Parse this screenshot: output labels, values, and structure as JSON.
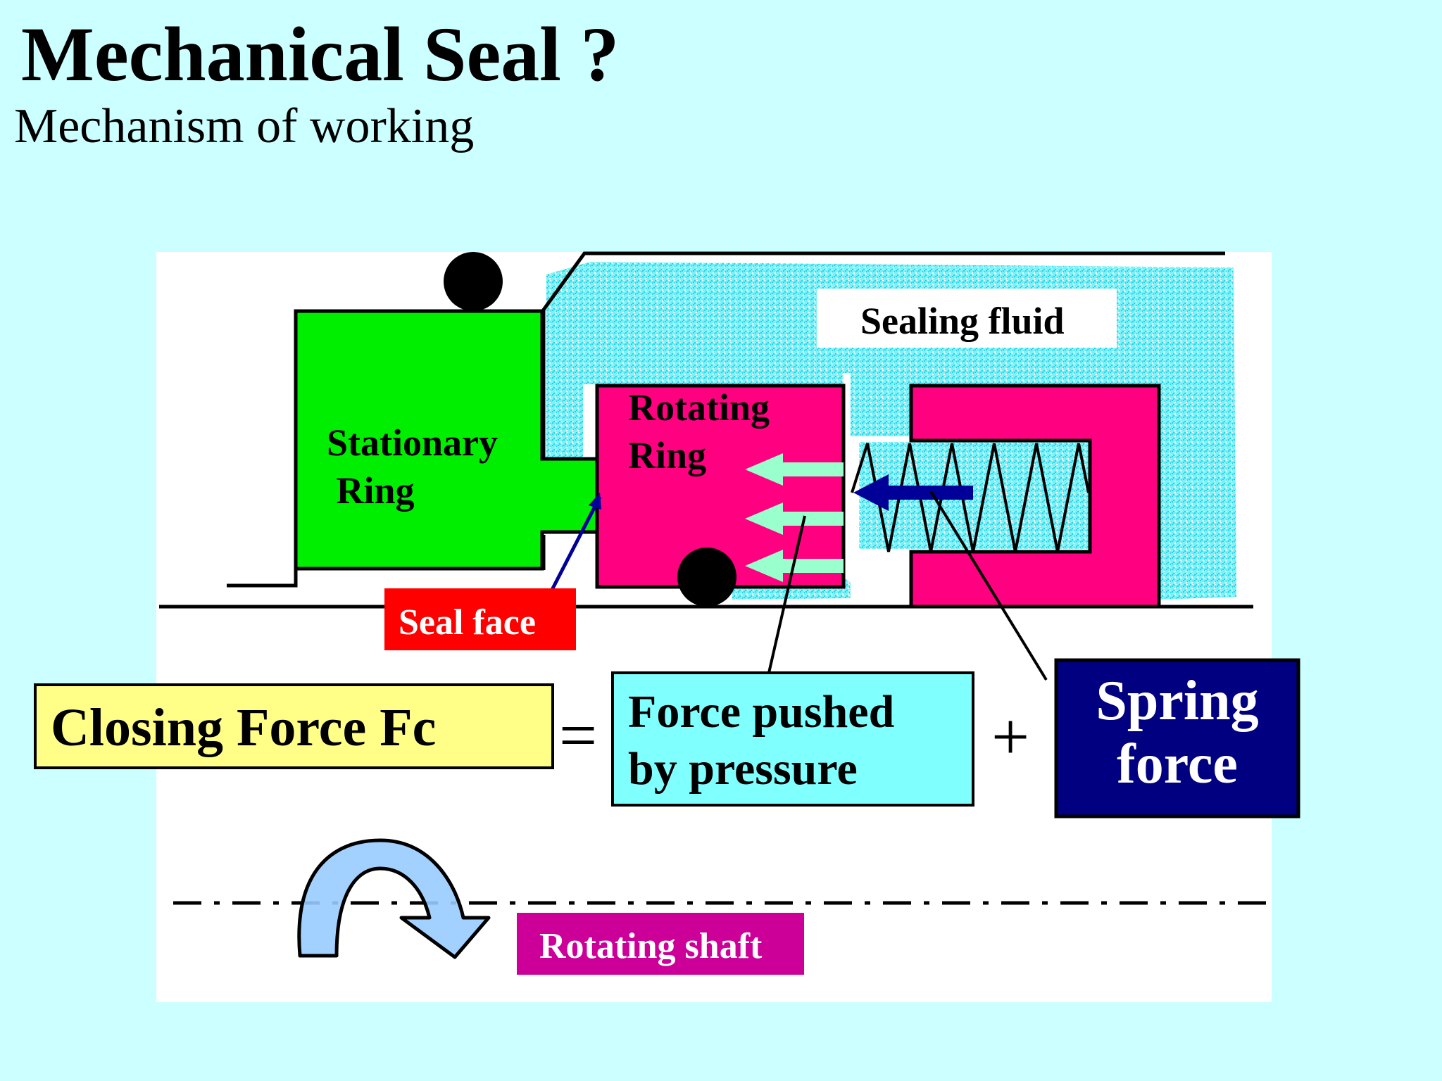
{
  "slide": {
    "title": "Mechanical Seal ?",
    "subtitle": "Mechanism of working"
  },
  "labels": {
    "sealing_fluid": "Sealing fluid",
    "stationary_ring": "Stationary\n Ring",
    "rotating_ring": "Rotating\nRing",
    "seal_face": "Seal face",
    "rotating_shaft": "Rotating shaft"
  },
  "equation": {
    "closing_force": "Closing Force Fc",
    "equals": "=",
    "pressure_force": "Force pushed\nby pressure",
    "plus": "+",
    "spring_force": "Spring\nforce"
  },
  "colors": {
    "background": "#ccffff",
    "stationary_ring": "#00ee00",
    "rotating_ring": "#ff0080",
    "fluid": "#3ee0ee",
    "closing_force_box": "#ffff88",
    "pressure_box": "#80ffff",
    "spring_box": "#000080",
    "seal_face_tag": "#ff0000",
    "shaft_tag": "#cc0099",
    "pressure_arrows": "#99ffcc",
    "spring_arrow": "#000099",
    "rotation_arrow": "#99ccff"
  }
}
